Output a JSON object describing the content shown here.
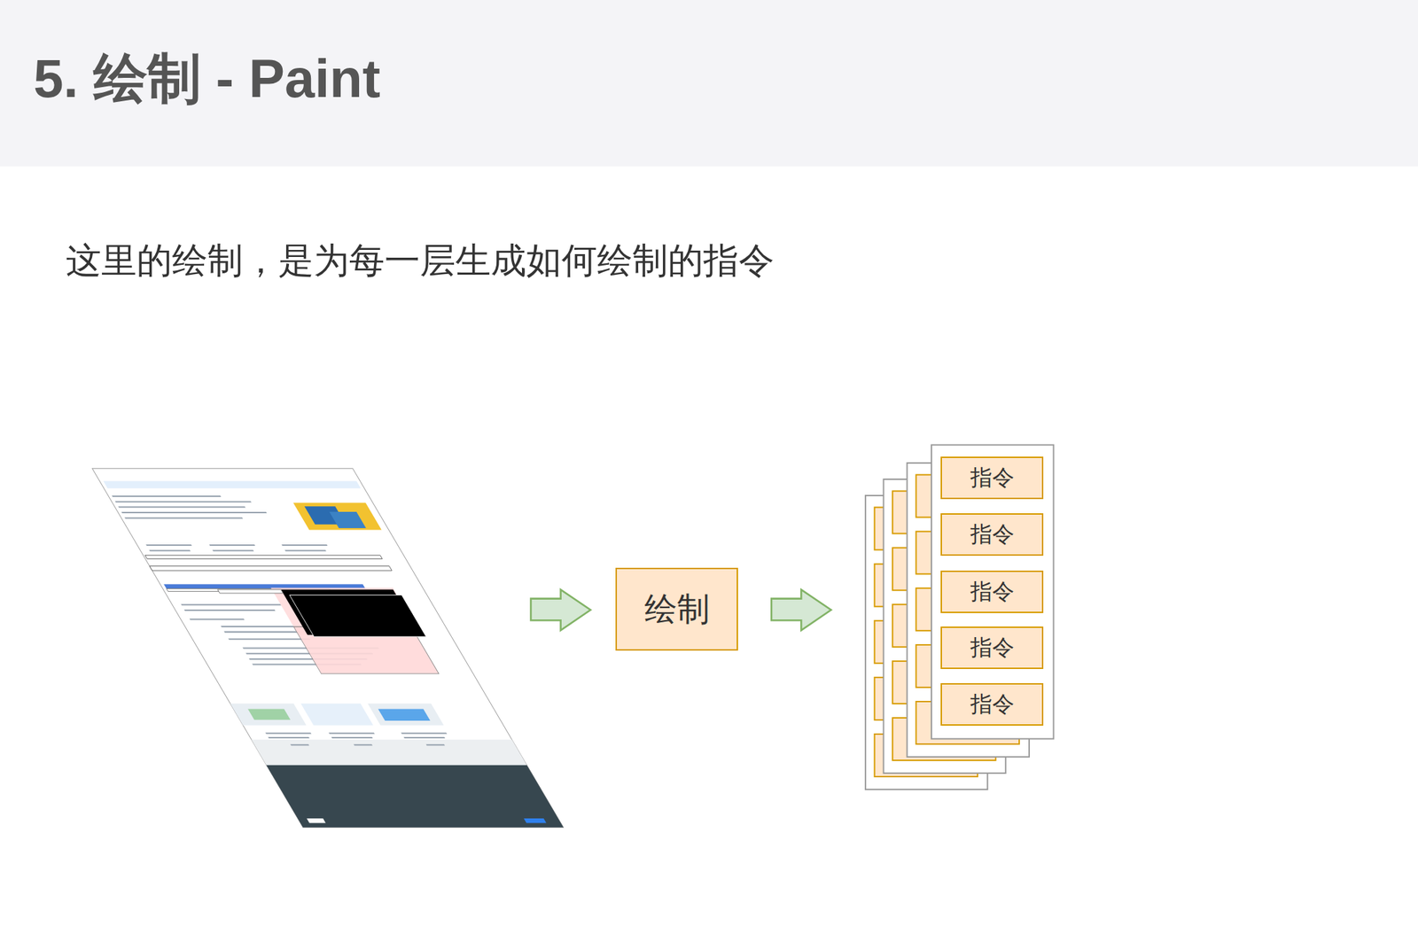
{
  "diagram": {
    "title": "5. 绘制 - Paint",
    "nodes": [
      {
        "text": [
          "绘制"
        ]
      },
      {
        "text": [
          "指令"
        ]
      },
      {
        "text": [
          "指令"
        ]
      },
      {
        "text": [
          "指令"
        ]
      },
      {
        "text": [
          "指令"
        ]
      },
      {
        "text": [
          "指令"
        ]
      }
    ],
    "labels": [
      "这里的绘制，是为每一层生成如何绘制的指令"
    ]
  }
}
